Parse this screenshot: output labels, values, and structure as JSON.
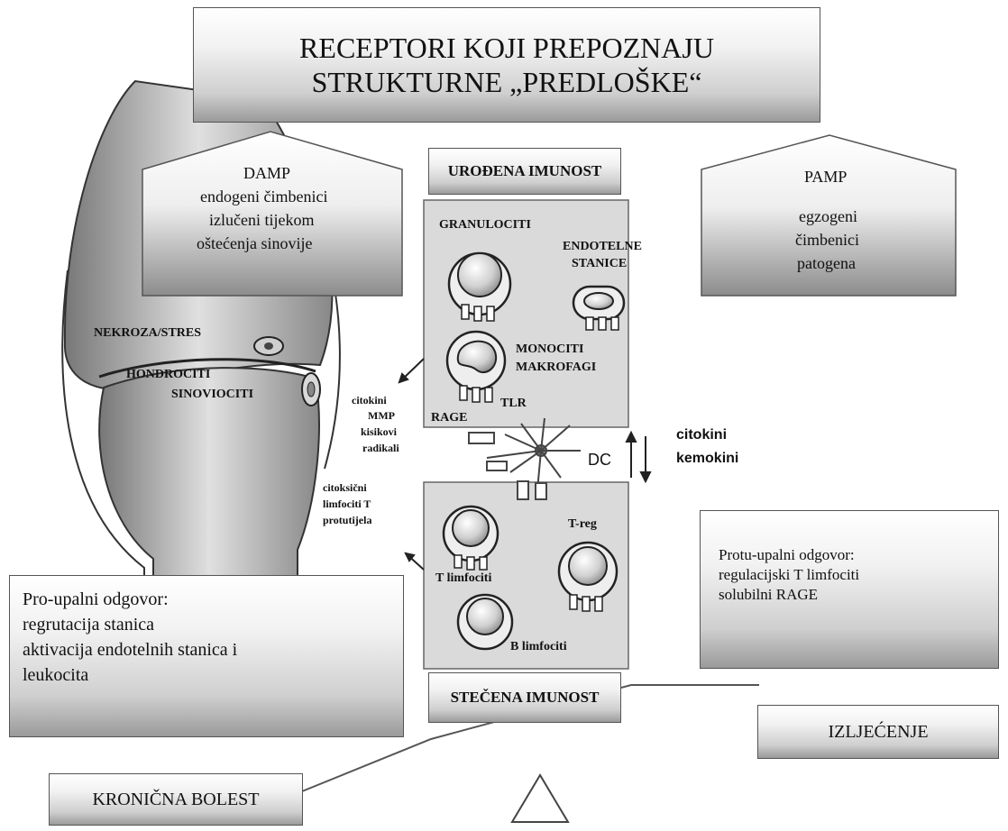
{
  "header": {
    "line1": "RECEPTORI KOJI PREPOZNAJU",
    "line2": "STRUKTURNE „PREDLOŠKE“"
  },
  "damp": {
    "title": "DAMP",
    "lines": [
      "endogeni čimbenici",
      "izlučeni tijekom",
      "oštećenja sinovije"
    ]
  },
  "pamp": {
    "title": "PAMP",
    "lines": [
      "egzogeni",
      "čimbenici",
      "patogena"
    ]
  },
  "innate": {
    "label": "UROĐENA IMUNOST"
  },
  "acquired": {
    "label": "STEČENA IMUNOST"
  },
  "cells": {
    "granulociti": "GRANULOCITI",
    "endotelne": [
      "ENDOTELNE",
      "STANICE"
    ],
    "monociti": [
      "MONOCITI",
      "MAKROFAGI"
    ],
    "rage": "RAGE",
    "tlr": "TLR",
    "dc": "DC",
    "t_limfociti": "T limfociti",
    "b_limfociti": "B limfociti",
    "t_reg": "T-reg"
  },
  "joint": {
    "nekroza": "NEKROZA/STRES",
    "hondrociti": "HONDROCITI",
    "sinoviociti": "SINOVIOCITI"
  },
  "mediators": {
    "upper": [
      "citokini",
      "MMP",
      "kisikovi",
      "radikali"
    ],
    "lower": [
      "citoksični",
      "limfociti T",
      "protutijela"
    ]
  },
  "signals": [
    "citokini",
    "kemokini"
  ],
  "pro": {
    "lines": [
      "Pro-upalni odgovor:",
      "regrutacija stanica",
      "aktivacija endotelnih stanica i",
      "leukocita"
    ]
  },
  "anti": {
    "lines": [
      "Protu-upalni odgovor:",
      "regulacijski T limfociti",
      "solubilni RAGE"
    ]
  },
  "healing": "IZLJEĆENJE",
  "chronic": "KRONIČNA BOLEST"
}
